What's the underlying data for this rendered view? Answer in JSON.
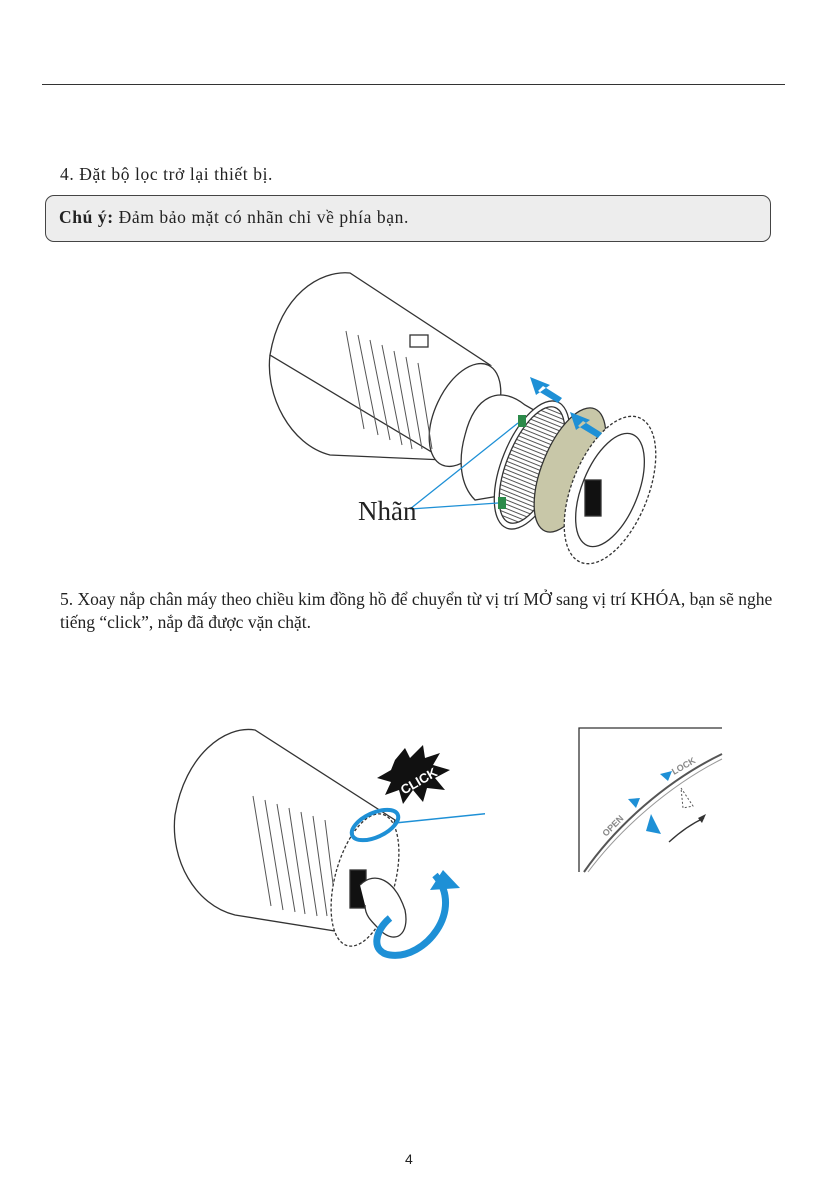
{
  "step4": {
    "text": "4. Đặt bộ lọc trở lại thiết bị."
  },
  "note": {
    "label": "Chú ý:",
    "text": " Đảm bảo mặt có nhãn chỉ về phía bạn."
  },
  "figure1": {
    "label": "Nhãn"
  },
  "step5": {
    "text": "5. Xoay nắp chân máy theo chiều kim đồng hồ để chuyển từ vị trí MỞ sang vị trí KHÓA, bạn sẽ nghe tiếng “click”, nắp đã được vặn chặt."
  },
  "figure2": {
    "burst_text": "CLICK",
    "open_label": "OPEN",
    "lock_label": "LOCK"
  },
  "page_number": "4",
  "colors": {
    "accent_blue": "#1e90d6",
    "note_bg": "#ededed"
  }
}
